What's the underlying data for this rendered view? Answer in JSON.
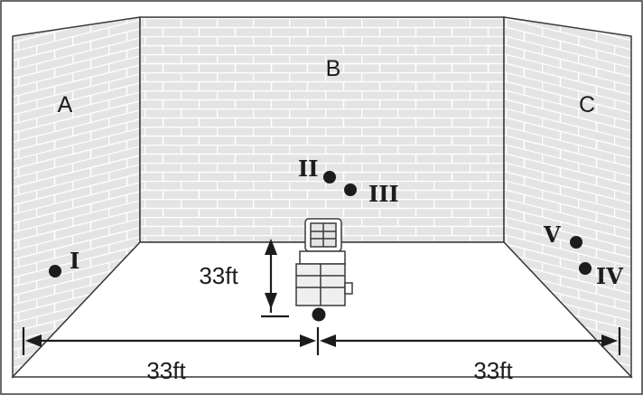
{
  "walls": {
    "left": "A",
    "back": "B",
    "right": "C"
  },
  "points": [
    {
      "id": "I",
      "label": "I"
    },
    {
      "id": "II",
      "label": "II"
    },
    {
      "id": "III",
      "label": "III"
    },
    {
      "id": "IV",
      "label": "IV"
    },
    {
      "id": "V",
      "label": "V"
    }
  ],
  "dimensions": {
    "front_distance": "33ft",
    "left_width": "33ft",
    "right_width": "33ft"
  },
  "colors": {
    "wall_fill": "#e4e4e4",
    "brick_line": "#ffffff",
    "edge": "#3a3a3a",
    "ink": "#1c1c1c"
  }
}
